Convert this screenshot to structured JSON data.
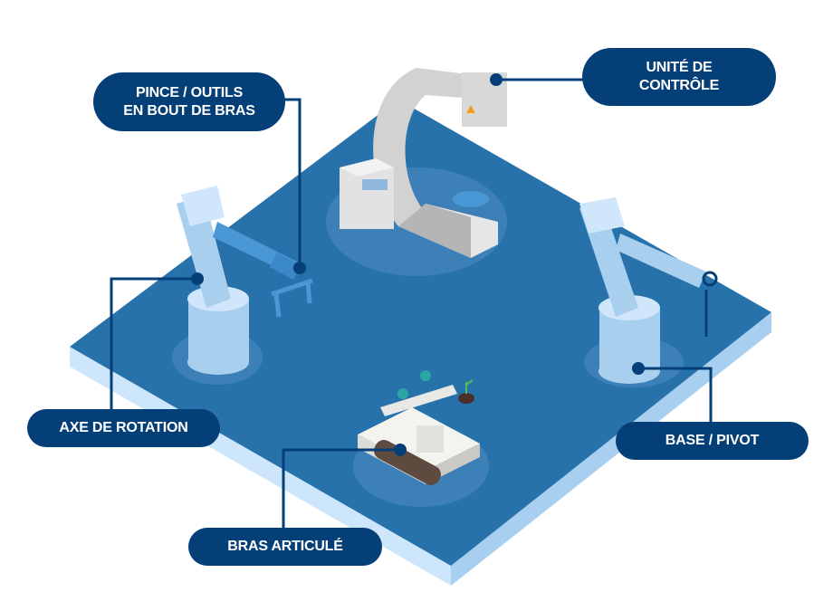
{
  "labels": {
    "end_effector": [
      "PINCE / OUTILS",
      "EN BOUT DE BRAS"
    ],
    "control_unit": [
      "UNITÉ DE",
      "CONTRÔLE"
    ],
    "rotation_axis": "AXE DE ROTATION",
    "base_pivot": "BASE / PIVOT",
    "articulated_arm": "BRAS ARTICULÉ"
  },
  "colors": {
    "platform_top": "#2872ab",
    "platform_side": "#a8cff0",
    "label_bg": "#053f78",
    "robot_light": "#a9cfef",
    "robot_mid": "#4a97d6"
  }
}
